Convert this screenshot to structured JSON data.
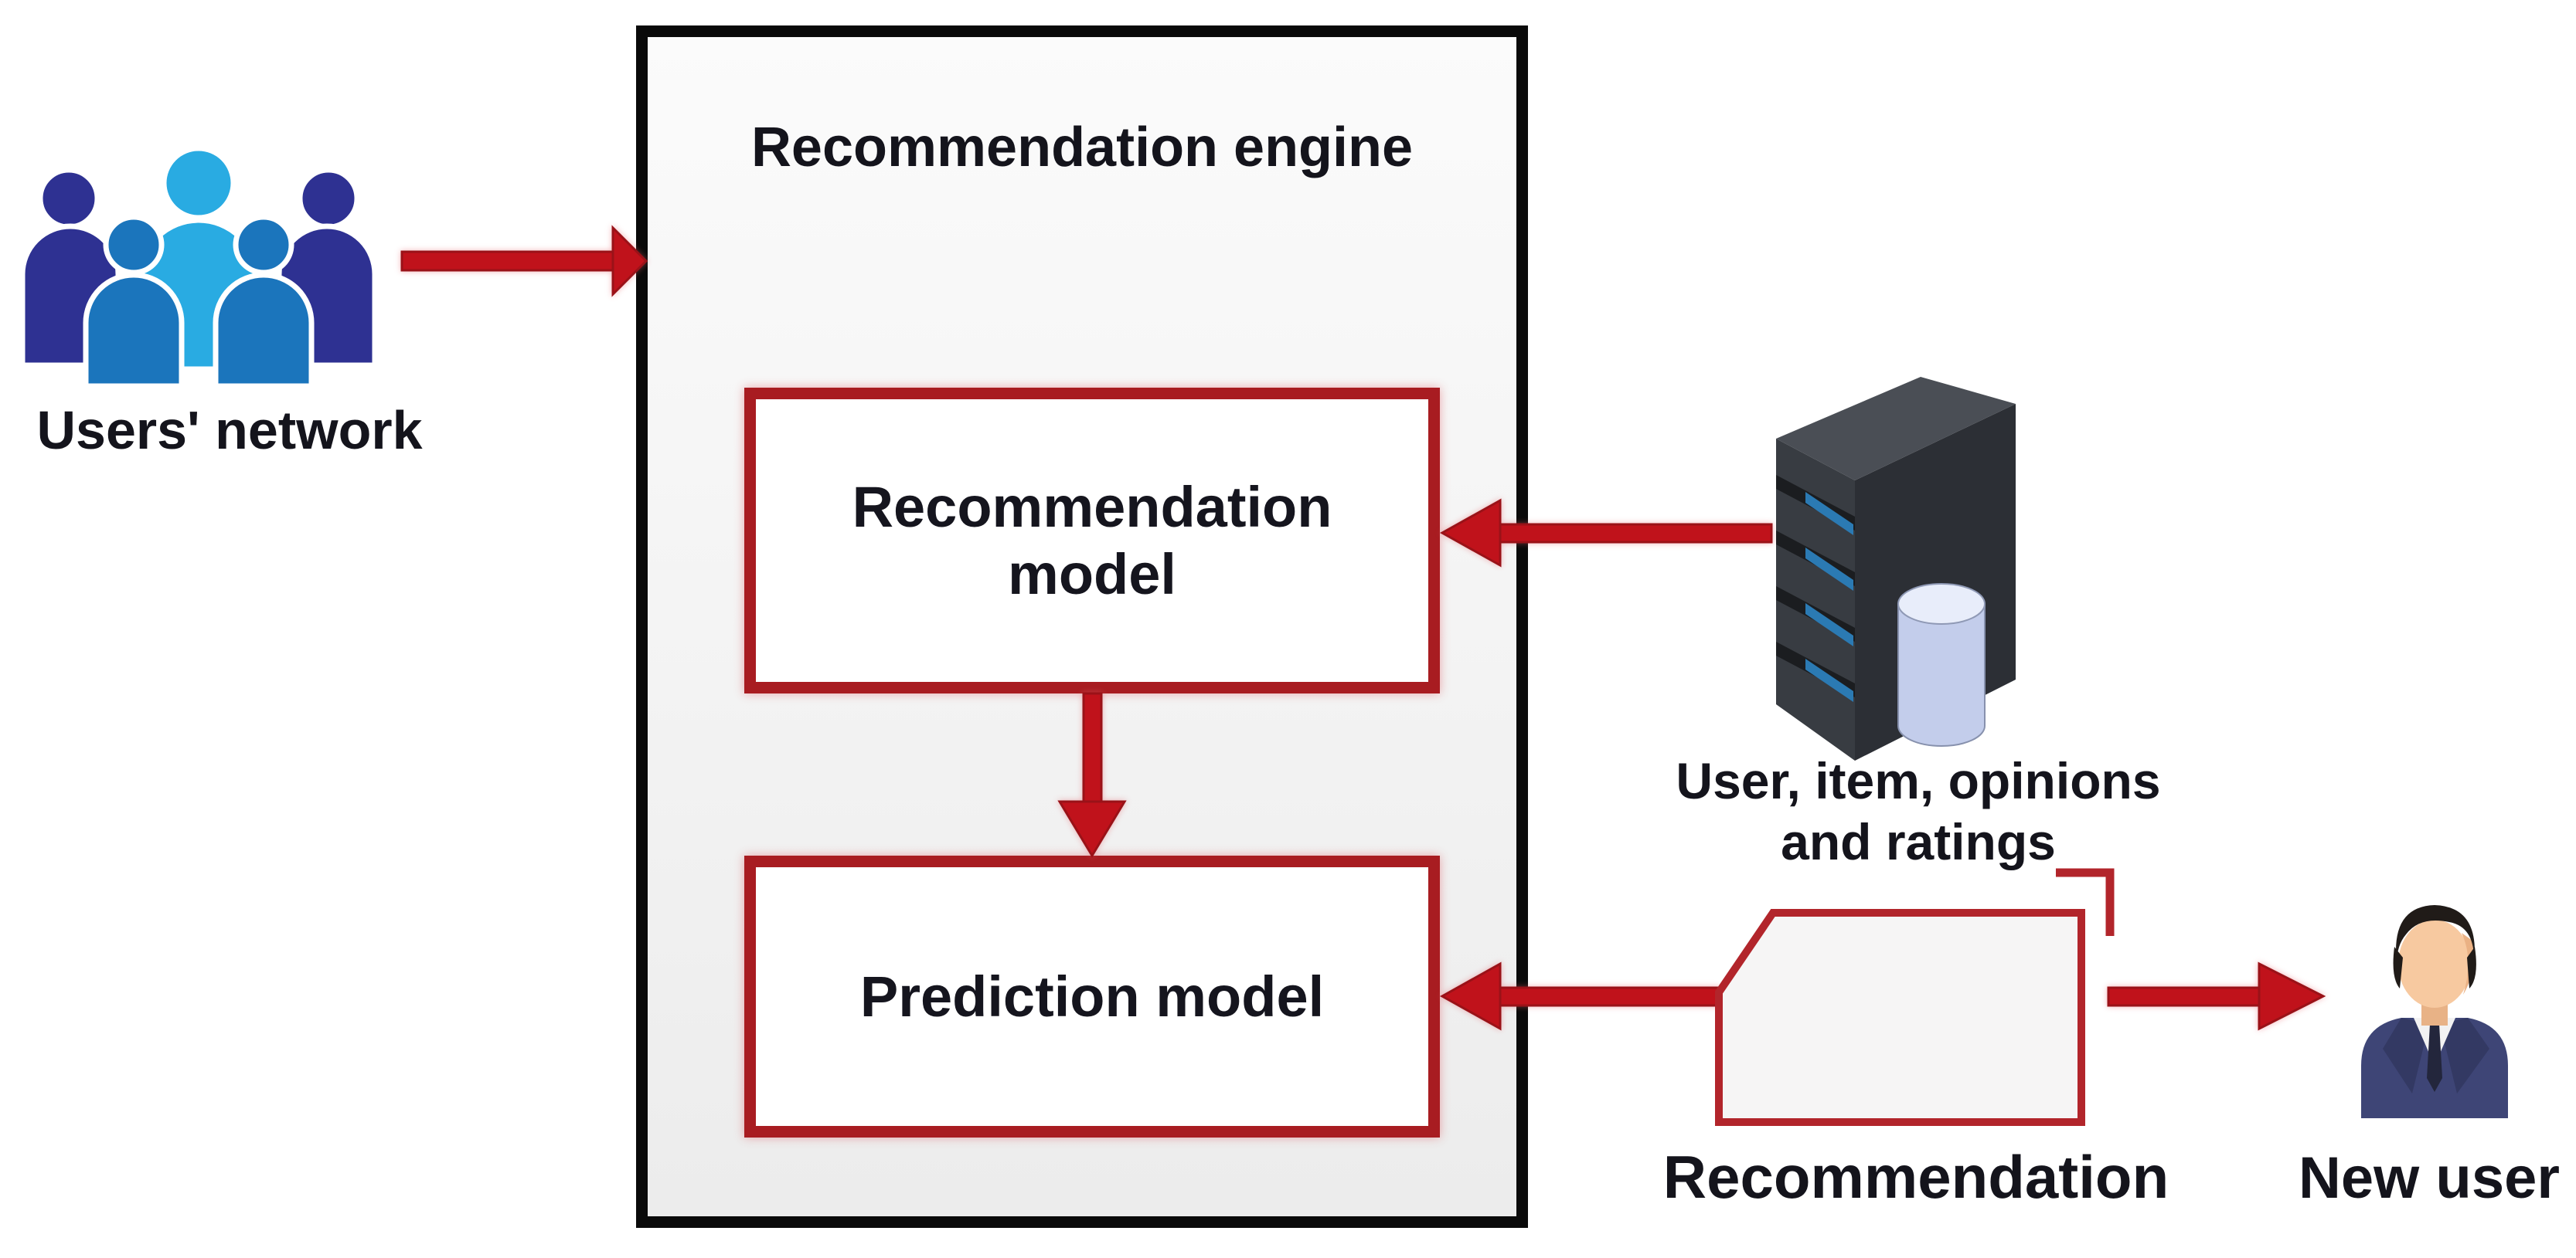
{
  "title": "Recommendation engine diagram",
  "colors": {
    "arrow_red": "#c0121b",
    "model_box_border_red": "#a81c21",
    "document_border_red": "#b2252b",
    "engine_border_black": "#0a0a0a",
    "person_dark_blue": "#2e3192",
    "person_medium_blue": "#1b75bc",
    "person_light_blue": "#29abe2",
    "suit_navy": "#3e4576",
    "skin_tone": "#f7c9a0",
    "server_gray": "#33373d",
    "server_led_blue": "#2b7ab3",
    "database_lavender": "#c3cdeb"
  },
  "engine": {
    "title": "Recommendation engine",
    "recommendation_model": {
      "line1": "Recommendation",
      "line2": "model"
    },
    "prediction_model": {
      "label": "Prediction model"
    }
  },
  "external": {
    "users_network": {
      "label": "Users' network",
      "icon": "people-group-icon"
    },
    "data_source": {
      "line1": "User, item, opinions",
      "line2": "and ratings",
      "icon": "server-database-icon"
    },
    "recommendation_output": {
      "label": "Recommendation",
      "icon": "document-shape"
    },
    "new_user": {
      "label": "New user",
      "icon": "person-avatar-icon"
    }
  },
  "edges": [
    {
      "from": "users-network",
      "to": "recommendation-engine",
      "direction": "right"
    },
    {
      "from": "data-source",
      "to": "recommendation-model",
      "direction": "left"
    },
    {
      "from": "recommendation-model",
      "to": "prediction-model",
      "direction": "down"
    },
    {
      "from": "recommendation-output",
      "to": "prediction-model",
      "direction": "left"
    },
    {
      "from": "recommendation-output",
      "to": "new-user",
      "direction": "right"
    }
  ]
}
